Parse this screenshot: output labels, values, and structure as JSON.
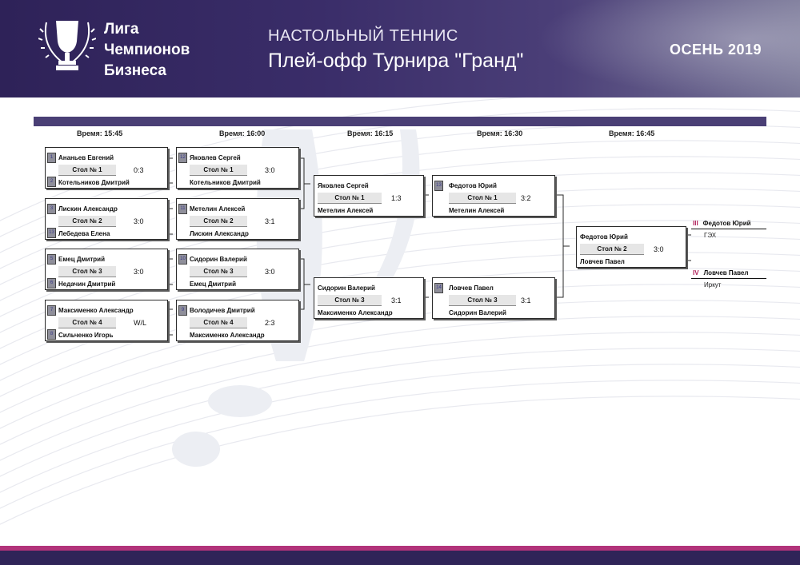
{
  "header": {
    "logo_lines": [
      "Лига",
      "Чемпионов",
      "Бизнеса"
    ],
    "sport": "НАСТОЛЬНЫЙ ТЕННИС",
    "title": "Плей-офф Турнира \"Гранд\"",
    "season": "ОСЕНЬ 2019"
  },
  "times": [
    "Время: 15:45",
    "Время: 16:00",
    "Время: 16:15",
    "Время: 16:30",
    "Время: 16:45"
  ],
  "matches": [
    {
      "top": "Ананьев Евгений",
      "table": "Стол № 1",
      "score": "0:3",
      "bottom": "Котельников Дмитрий",
      "seed_top": "1",
      "seed_bottom": "2"
    },
    {
      "top": "Лискин Александр",
      "table": "Стол № 2",
      "score": "3:0",
      "bottom": "Лебедева Елена",
      "seed_top": "3",
      "seed_bottom": "13"
    },
    {
      "top": "Емец Дмитрий",
      "table": "Стол № 3",
      "score": "3:0",
      "bottom": "Недачин Дмитрий",
      "seed_top": "5",
      "seed_bottom": "6"
    },
    {
      "top": "Максименко Александр",
      "table": "Стол № 4",
      "score": "W/L",
      "bottom": "Сильченко Игорь",
      "seed_top": "7",
      "seed_bottom": "8"
    },
    {
      "top": "Яковлев Сергей",
      "table": "Стол № 1",
      "score": "3:0",
      "bottom": "Котельников Дмитрий",
      "seed_top": "12",
      "seed_bottom": ""
    },
    {
      "top": "Метелин Алексей",
      "table": "Стол № 2",
      "score": "3:1",
      "bottom": "Лискин Александр",
      "seed_top": "11",
      "seed_bottom": ""
    },
    {
      "top": "Сидорин Валерий",
      "table": "Стол № 3",
      "score": "3:0",
      "bottom": "Емец Дмитрий",
      "seed_top": "10",
      "seed_bottom": ""
    },
    {
      "top": "Володичев Дмитрий",
      "table": "Стол № 4",
      "score": "2:3",
      "bottom": "Максименко Александр",
      "seed_top": "9",
      "seed_bottom": ""
    },
    {
      "top": "Яковлев Сергей",
      "table": "Стол № 1",
      "score": "1:3",
      "bottom": "Метелин Алексей",
      "seed_top": "",
      "seed_bottom": ""
    },
    {
      "top": "Сидорин Валерий",
      "table": "Стол № 3",
      "score": "3:1",
      "bottom": "Максименко Александр",
      "seed_top": "",
      "seed_bottom": ""
    },
    {
      "top": "Федотов Юрий",
      "table": "Стол № 1",
      "score": "3:2",
      "bottom": "Метелин Алексей",
      "seed_top": "13",
      "seed_bottom": ""
    },
    {
      "top": "Ловчев Павел",
      "table": "Стол № 3",
      "score": "3:1",
      "bottom": "Сидорин Валерий",
      "seed_top": "14",
      "seed_bottom": ""
    },
    {
      "top": "Федотов Юрий",
      "table": "Стол № 2",
      "score": "3:0",
      "bottom": "Ловчев Павел",
      "seed_top": "",
      "seed_bottom": ""
    }
  ],
  "places": [
    {
      "roman": "III",
      "name": "Федотов Юрий",
      "org": "ГЭХ"
    },
    {
      "roman": "IV",
      "name": "Ловчев Павел",
      "org": "Иркут"
    }
  ],
  "colors": {
    "header_bg": "#3a2d69",
    "accent_bar": "#b2337a",
    "place_numeral": "#b0205a"
  }
}
